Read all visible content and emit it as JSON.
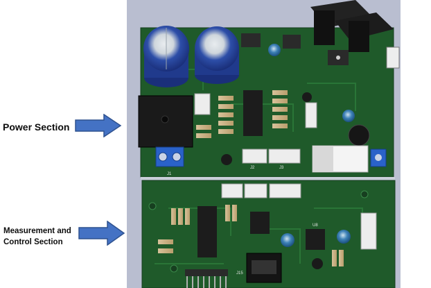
{
  "labels": {
    "power": "Power Section",
    "measurement_line1": "Measurement and",
    "measurement_line2": "Control Section"
  },
  "board_silkscreen": {
    "terminal_j1": "J1",
    "connector_j2": "J2",
    "connector_j3": "J3",
    "regulator_u8": "U8",
    "header_j15": "J15"
  },
  "colors": {
    "arrow_fill": "#4472c4",
    "arrow_stroke": "#2f528f",
    "pcb_green": "#1f5a2a",
    "background": "#ffffff"
  }
}
